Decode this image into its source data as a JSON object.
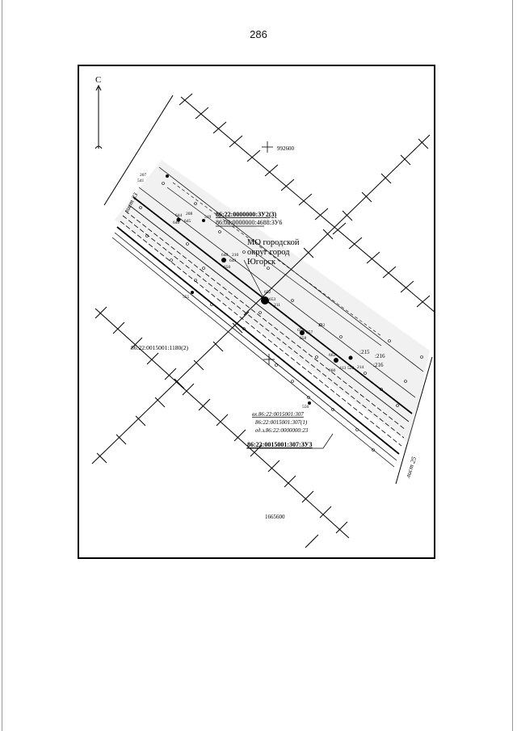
{
  "page": {
    "number": "286"
  },
  "map": {
    "north_label": "С",
    "coord_top": "992600",
    "coord_bottom": "1665600",
    "sheet_left": "лист 23",
    "sheet_right": "лист 25",
    "region_label": [
      "МО городской",
      "округ город",
      "Югорск"
    ],
    "parcel_zu2": "86:22:0000000:ЗУ2(3)",
    "parcel_zu6": "86:09:0000000:4688:ЗУ6",
    "parcel_1180": "86:22:0015001:1180(2)",
    "parcel_vh": "вх.86:22:0015001:307",
    "parcel_307_1": "86:22:0015001:307(1)",
    "parcel_ed": "ед.з.86:22:0000000:23",
    "parcel_zu3": "86:22:0015001:307:ЗУ3",
    "points": {
      "p207": "207",
      "p541": "541",
      "p208": "208",
      "p644": "644",
      "p645": "645",
      "p646": "646",
      "p519": "519",
      "p648": "648",
      "p210": "210",
      "p649": "649",
      "p650": "650",
      "p555": "555",
      "p652": "652",
      "p653": "653",
      "p211": "211",
      "p212": "212",
      "p656": "656",
      "p657": "657",
      "p658": "658",
      "p662": "662",
      "p215": ":215",
      "p216a": ":216",
      "p216b": ":216",
      "p660": "660",
      "p413": "413",
      "p522": "522",
      "p214": "214",
      "p556": "556"
    }
  }
}
